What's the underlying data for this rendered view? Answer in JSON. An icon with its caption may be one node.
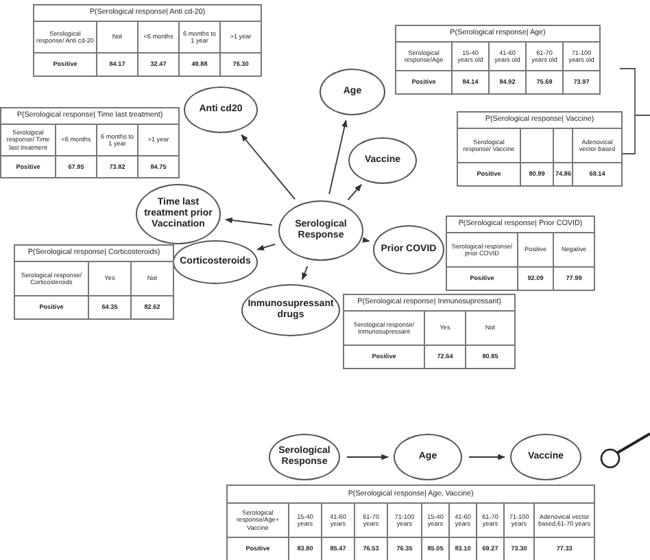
{
  "diagram": {
    "nodes": [
      {
        "text": [
          "Serological Response"
        ]
      },
      {
        "text": [
          "Anti cd20"
        ]
      },
      {
        "text": [
          "Age"
        ]
      },
      {
        "text": [
          "Vaccine"
        ]
      },
      {
        "text": [
          "Time last treatment prior Vaccination"
        ]
      },
      {
        "text": [
          "Corticosteroids"
        ]
      },
      {
        "text": [
          "Prior COVID"
        ]
      },
      {
        "text": [
          "Inmunosupressant drugs"
        ]
      },
      {
        "text": [
          "Serological Response"
        ]
      },
      {
        "text": [
          "Age"
        ]
      },
      {
        "text": [
          "Vaccine"
        ]
      }
    ],
    "edges": [
      {
        "from": 0,
        "to": 1,
        "arrow": "to"
      },
      {
        "from": 0,
        "to": 2,
        "arrow": "to"
      },
      {
        "from": 0,
        "to": 3,
        "arrow": "to"
      },
      {
        "from": 0,
        "to": 4,
        "arrow": "to"
      },
      {
        "from": 0,
        "to": 5,
        "arrow": "to"
      },
      {
        "from": 0,
        "to": 6,
        "arrow": "to"
      },
      {
        "from": 0,
        "to": 7,
        "arrow": "to"
      },
      {
        "from": 8,
        "to": 9,
        "arrow": "to"
      },
      {
        "from": 9,
        "to": 10,
        "arrow": "to"
      }
    ],
    "labels": [
      "P(Serological response| Anti cd-20)",
      "Serological response/ Anti cd-20",
      "Not",
      "<6 months",
      "6 months to 1 year",
      ">1 year",
      "Positive",
      "84.17",
      "32.47",
      "49.88",
      "76.30",
      "P(Serological response| Age)",
      "Serological response/Age",
      "15-40 years old",
      "41-60 years old",
      "61-70 years old",
      "71-100 years old",
      "Positive",
      "84.14",
      "84.92",
      "75.69",
      "73.97",
      "P(Serological response| Time last treatment)",
      "Serological response/ Time last treatment",
      "<6 months",
      "6 months to 1 year",
      ">1 year",
      "Positive",
      "67.95",
      "73.82",
      "84.75",
      "P(Serological response| Vaccine)",
      "Serological response/ Vaccine",
      "Adenovical vector based",
      "Positive",
      "80.99",
      "74.86",
      "69.14",
      "P(Serological response| Prior COVID)",
      "Serological response/ prior COVID",
      "Positive",
      "Negative",
      "Positive",
      "92.09",
      "77.99",
      "P(Serological response| Corticosteroids)",
      "Serological response/ Corticosteroids",
      "Yes",
      "Not",
      "Positive",
      "64.35",
      "82.62",
      "P(Serological response| Inmunosupressant)",
      "Serological response/ Inmunosupressant",
      "Yes",
      "Not",
      "Positive",
      "72.64",
      "80.85",
      "P(Serological response| Age, Vaccine)",
      "Serological response/Age+ Vaccine",
      "15-40 years",
      "41-60 years",
      "61-70 years",
      "71-100 years",
      "15-40 years",
      "41-60 years",
      "61-70 years",
      "71-100 years",
      "Adenovical vector based,61-70 years",
      "Positive",
      "83.80",
      "85.47",
      "76.53",
      "76.35",
      "85.05",
      "83.10",
      "69.27",
      "73.30",
      "77.33"
    ]
  }
}
